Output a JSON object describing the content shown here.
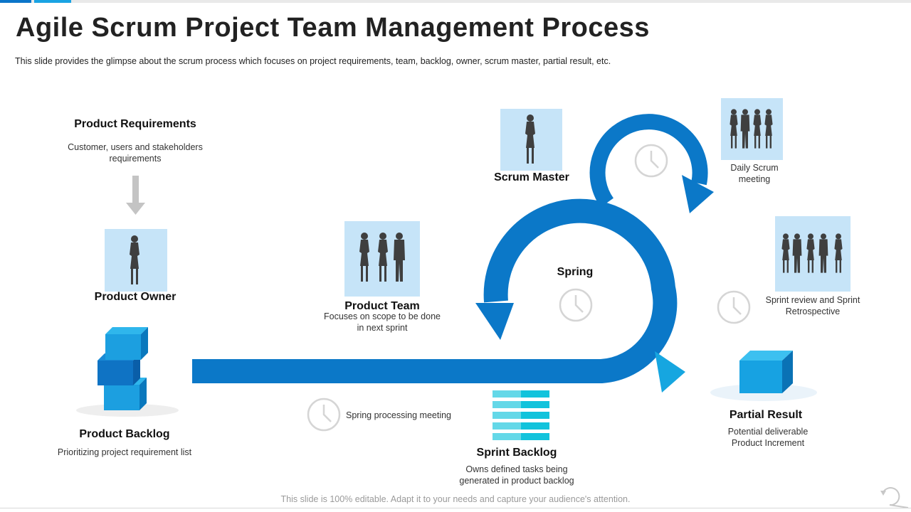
{
  "slide": {
    "title": "Agile Scrum Project Team Management Process",
    "subtitle": "This slide provides  the glimpse about the scrum process which focuses on project requirements,  team, backlog,  owner,  scrum master, partial result, etc.",
    "footer": "This slide is 100% editable. Adapt it to your needs and capture your audience's attention."
  },
  "nodes": {
    "product_requirements": {
      "label": "Product Requirements",
      "desc_line1": "Customer,  users and stakeholders",
      "desc_line2": "requirements"
    },
    "product_owner": {
      "label": "Product Owner"
    },
    "product_backlog": {
      "label": "Product Backlog",
      "desc": "Prioritizing project requirement  list"
    },
    "product_team": {
      "label": "Product Team",
      "desc_line1": "Focuses on scope to be done",
      "desc_line2": "in next sprint"
    },
    "scrum_master": {
      "label": "Scrum Master"
    },
    "daily_scrum": {
      "desc_line1": "Daily Scrum",
      "desc_line2": "meeting"
    },
    "spring": {
      "label": "Spring"
    },
    "sprint_review": {
      "desc_line1": "Sprint review  and Sprint",
      "desc_line2": "Retrospective"
    },
    "spring_processing": {
      "desc": "Spring processing meeting"
    },
    "sprint_backlog": {
      "label": "Sprint Backlog",
      "desc_line1": "Owns defined tasks being",
      "desc_line2": "generated  in product backlog"
    },
    "partial_result": {
      "label": "Partial Result",
      "desc_line1": "Potential deliverable",
      "desc_line2": "Product Increment"
    }
  },
  "colors": {
    "arrow_dark": "#0b78c8",
    "arrow_light": "#16a6e0",
    "people_bg": "#c6e4f8",
    "silhouette": "#3f3f3f",
    "clock": "#d5d5d5",
    "gray_arrow": "#c4c4c4"
  },
  "icons": [
    "gray-down-arrow-icon",
    "person-silhouette-icon",
    "group-silhouette-icon",
    "clock-icon",
    "stacked-cubes-icon",
    "cube-icon",
    "backlog-stack-icon",
    "refresh-icon"
  ]
}
